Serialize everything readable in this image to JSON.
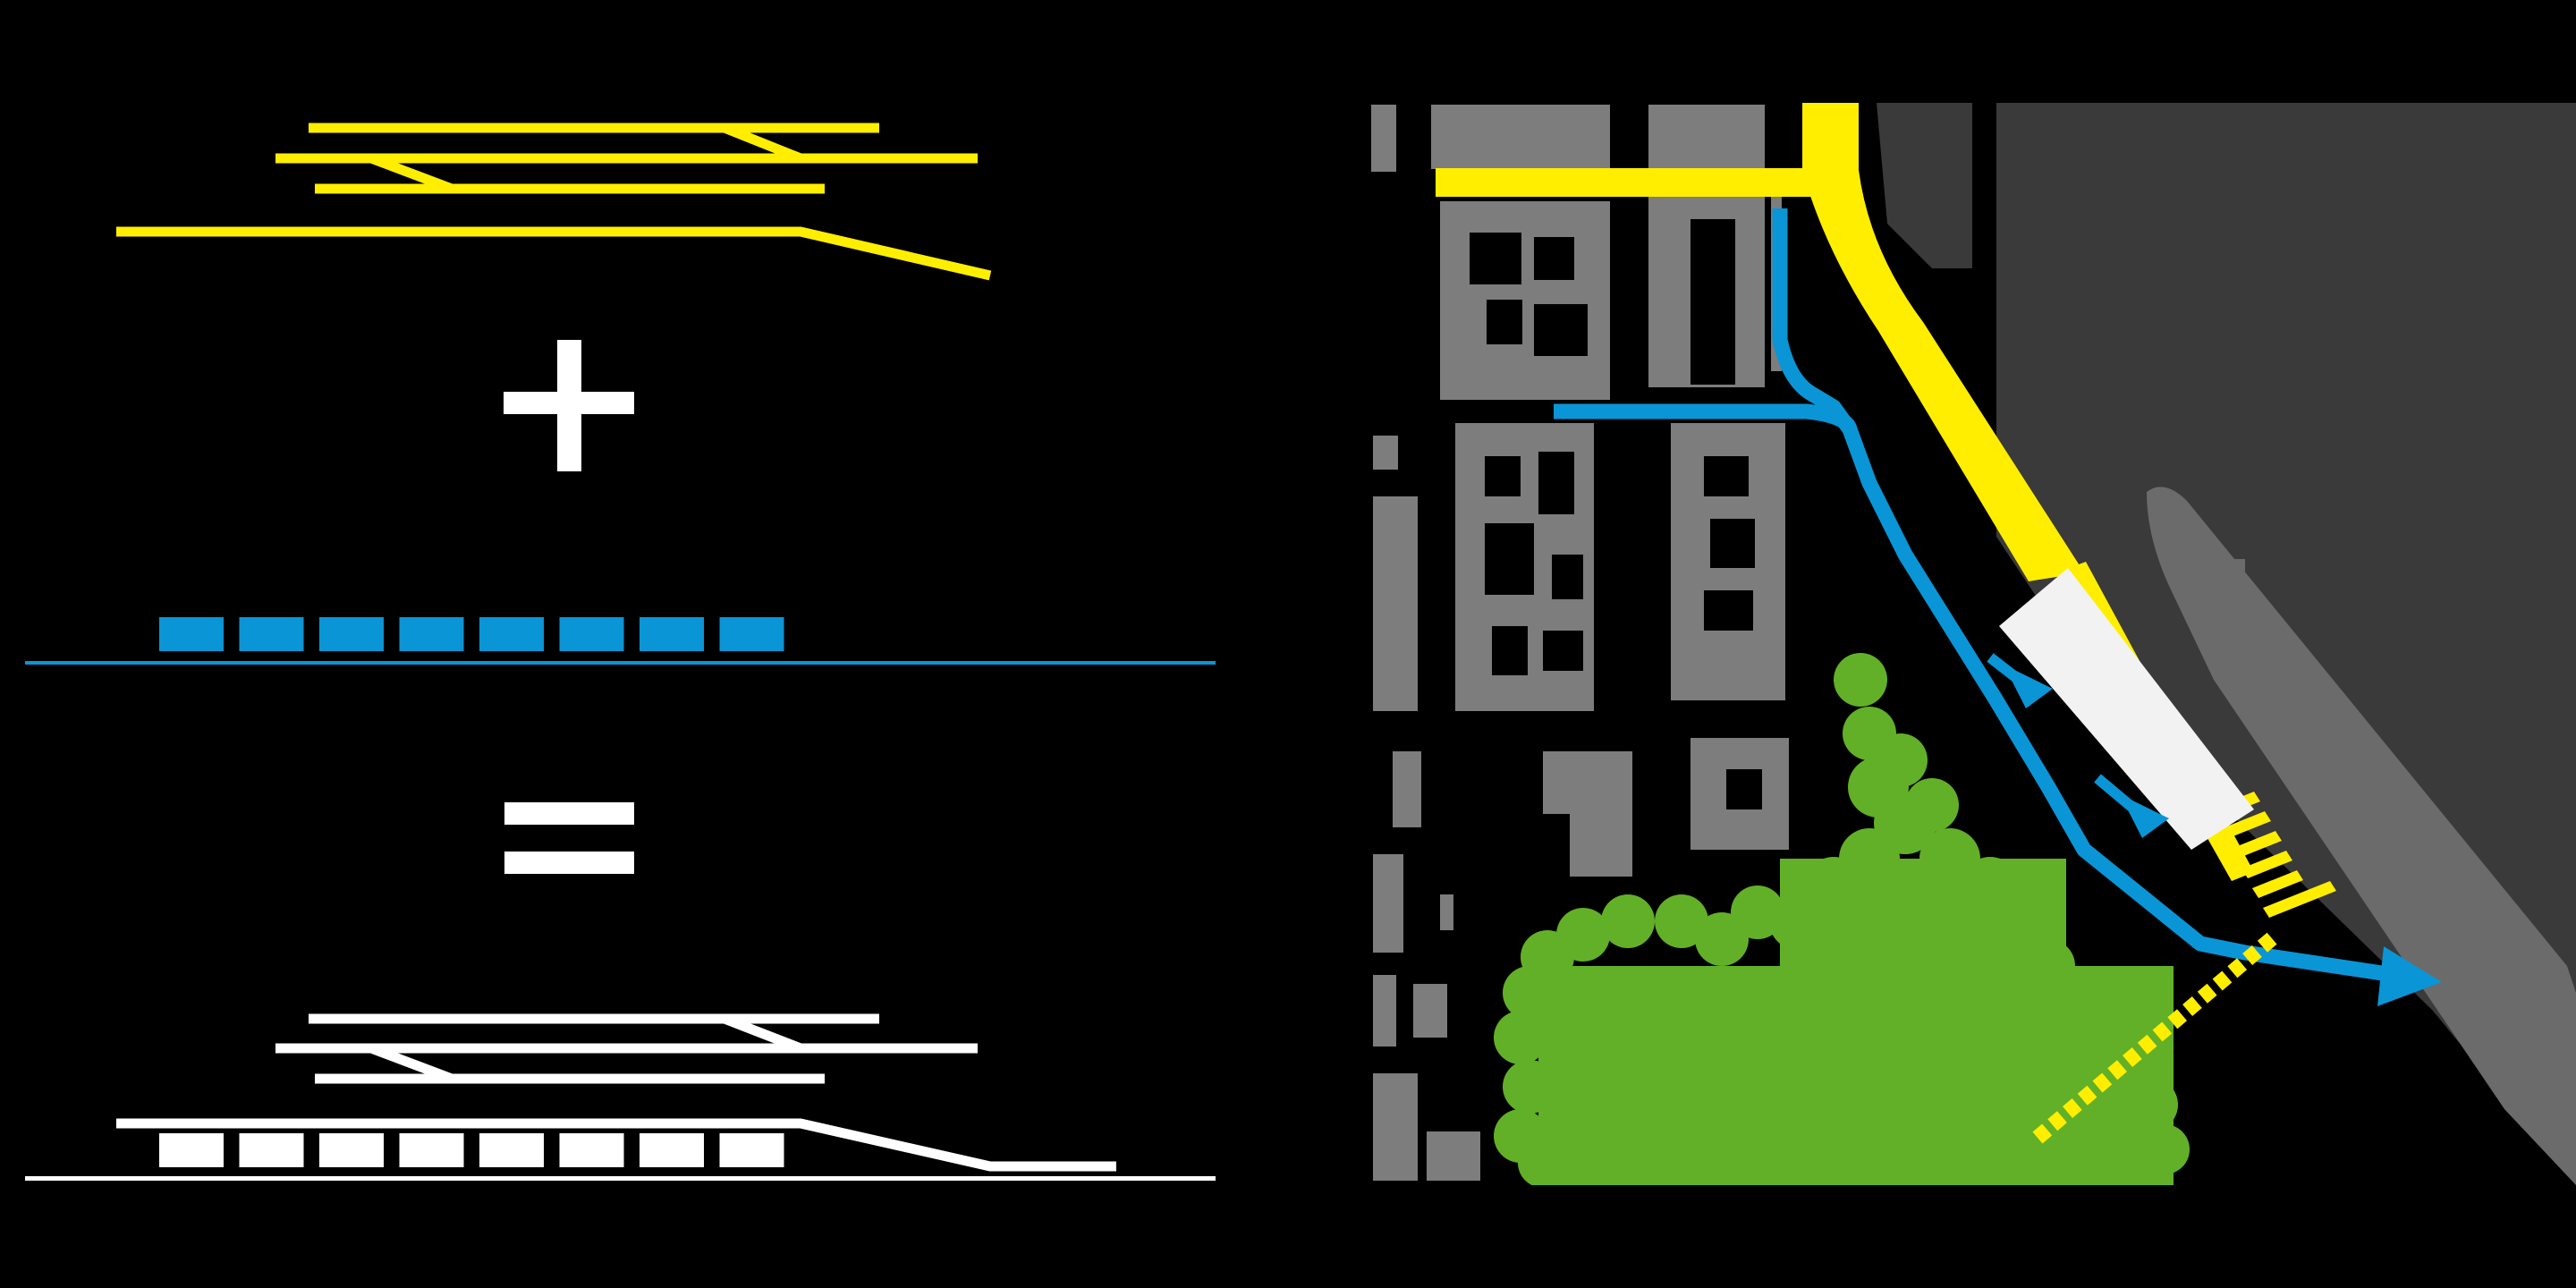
{
  "colors": {
    "background": "#000000",
    "rail_tracks": "#ffee00",
    "sea_bus_ferry": "#0a95d6",
    "merged_result": "#ffffff",
    "city_blocks": "#7d7d7d",
    "water": "#3a3a3a",
    "docked_ship": "#6b6b6b",
    "terminal_building": "#f2f2f2",
    "park": "#62b027",
    "symbols": "#ffffff"
  },
  "diagram": {
    "left_panel": {
      "equation": [
        "tracks",
        "plus",
        "blue-units-on-line",
        "equals",
        "combined"
      ],
      "operators": [
        "plus-sign-icon",
        "equals-sign-icon"
      ],
      "blue_units_count": 8,
      "combined_units_count": 8
    },
    "right_panel": {
      "layers": [
        "water",
        "docked-ship",
        "city-blocks",
        "yellow-route",
        "blue-route",
        "terminal-building",
        "park",
        "dashed-yellow-link"
      ],
      "blue_arrow_count": 3
    }
  }
}
